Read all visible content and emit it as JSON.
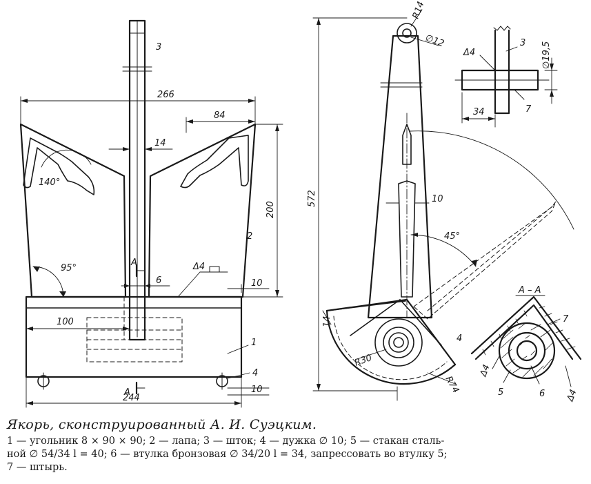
{
  "figure": {
    "title": "Якорь, сконструированный А. И. Суэцким.",
    "legend_line1": "1 — угольник 8 × 90 × 90; 2 — лапа; 3 — шток; 4 — дужка ∅ 10; 5 — стакан сталь-",
    "legend_line2": "ной ∅ 54/34 l = 40; 6 — втулка бронзовая ∅ 34/20 l = 34, запрессовать во втулку 5;",
    "legend_line3": "7 — штырь."
  },
  "front_view": {
    "dim_width": "266",
    "dim_fluke_top": "84",
    "dim_shank": "14",
    "dim_height": "200",
    "dim_angle_fluke": "140°",
    "dim_angle_base": "95°",
    "dim_weld": "Δ4",
    "dim_gap": "6",
    "dim_offset": "100",
    "dim_base": "244",
    "dim_10_upper": "10",
    "dim_10_lower": "10",
    "section_mark_top": "A",
    "section_mark_bottom": "A",
    "label_1": "1",
    "label_2": "2",
    "label_3": "3",
    "label_4": "4"
  },
  "side_view": {
    "dim_r14": "R14",
    "dim_d12": "∅12",
    "dim_572": "572",
    "dim_10": "10",
    "dim_45": "45°",
    "dim_r30": "R30",
    "dim_r74": "R74",
    "dim_14": "14",
    "label_4": "4"
  },
  "detail_pin": {
    "label_3": "3",
    "label_7": "7",
    "weld": "Δ4",
    "dim_195": "∅19,5",
    "dim_34": "34"
  },
  "section_aa": {
    "title": "A – A",
    "label_7": "7",
    "label_5": "5",
    "label_6": "6",
    "weld_left": "Δ4",
    "weld_right": "Δ4"
  }
}
